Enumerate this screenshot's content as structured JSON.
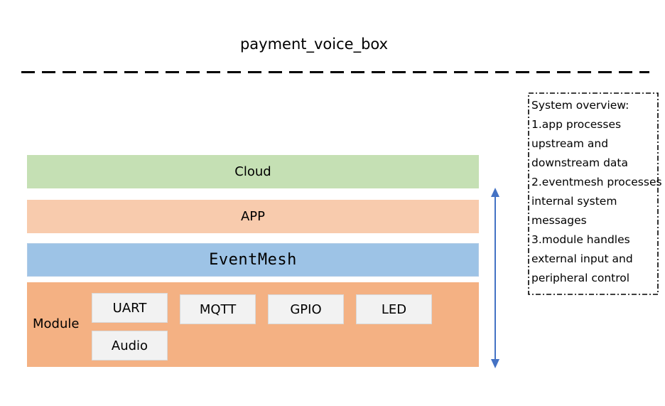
{
  "title": "payment_voice_box",
  "layers": {
    "cloud": "Cloud",
    "app": "APP",
    "eventmesh": "EventMesh",
    "module": "Module"
  },
  "modules": [
    "UART",
    "MQTT",
    "GPIO",
    "LED",
    "Audio"
  ],
  "overview": {
    "lines": [
      "System overview:",
      "1.app processes",
      "upstream and",
      "downstream data",
      "2.eventmesh processes",
      "internal system",
      "messages",
      "3.module handles",
      "external input and",
      "peripheral control"
    ]
  },
  "colors": {
    "cloud": "#c5e0b4",
    "app": "#f8cbad",
    "eventmesh": "#9dc3e6",
    "module": "#f4b183",
    "chip": "#f2f2f2",
    "arrow": "#4472c4"
  }
}
